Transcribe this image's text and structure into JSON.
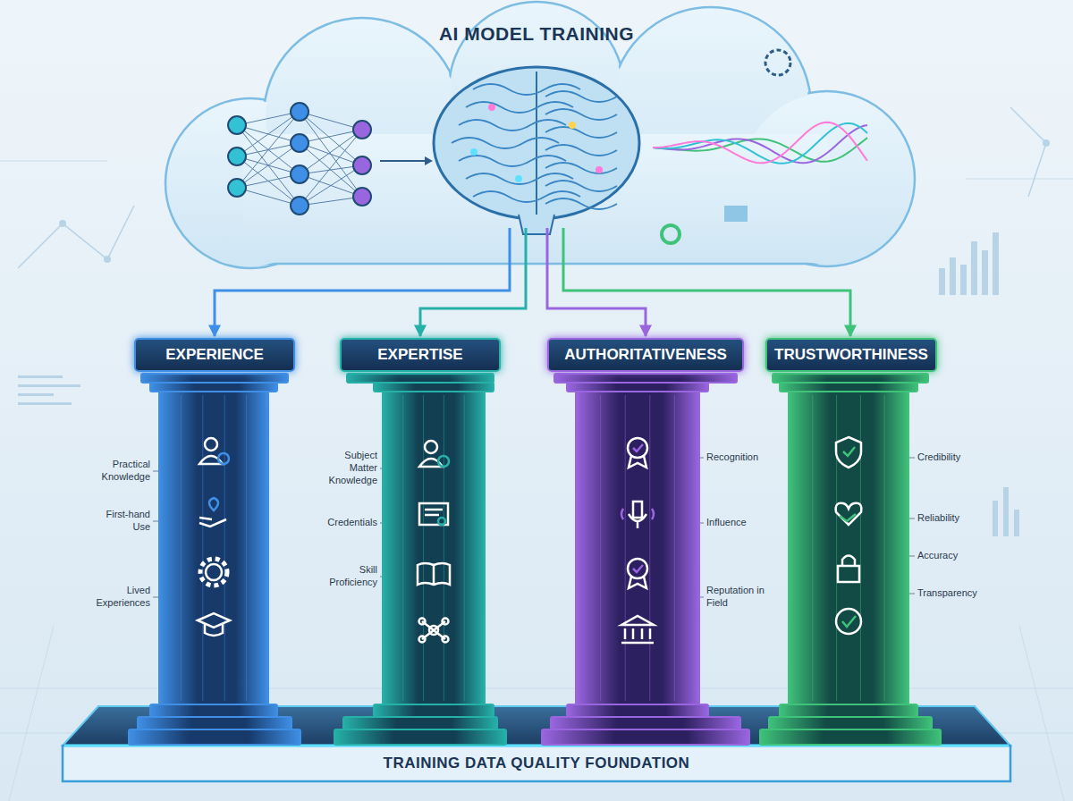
{
  "diagram": {
    "nodes": [
      {
        "text": [
          "AI MODEL TRAINING"
        ]
      },
      {
        "text": [
          "EXPERIENCE",
          "Practical Knowledge",
          "First-hand Use",
          "Lived Experiences"
        ]
      },
      {
        "text": [
          "EXPERTISE",
          "Subject Matter Knowledge",
          "Credentials",
          "Skill Proficiency"
        ]
      },
      {
        "text": [
          "AUTHORITATIVENESS",
          "Recognition",
          "Influence",
          "Reputation in Field"
        ]
      },
      {
        "text": [
          "TRUSTWORTHINESS",
          "Credibility",
          "Reliability",
          "Accuracy",
          "Transparency"
        ]
      },
      {
        "text": [
          "TRAINING DATA QUALITY FOUNDATION"
        ]
      }
    ],
    "edges": [
      {
        "from": 0,
        "to": 1,
        "arrow": "to"
      },
      {
        "from": 0,
        "to": 2,
        "arrow": "to"
      },
      {
        "from": 0,
        "to": 3,
        "arrow": "to"
      },
      {
        "from": 0,
        "to": 4,
        "arrow": "to"
      }
    ]
  }
}
